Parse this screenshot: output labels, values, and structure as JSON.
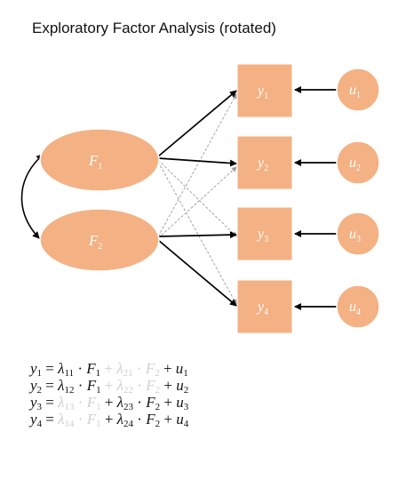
{
  "title": "Exploratory Factor Analysis (rotated)",
  "colors": {
    "node_fill": "#f4b183",
    "node_stroke": "#ffffff",
    "arrow": "#000000",
    "cross_loading": "#9a9a9a",
    "faint_text": "#cfcfcf"
  },
  "factors": [
    {
      "id": "F1",
      "letter": "F",
      "sub": "1"
    },
    {
      "id": "F2",
      "letter": "F",
      "sub": "2"
    }
  ],
  "indicators": [
    {
      "id": "y1",
      "letter": "y",
      "sub": "1"
    },
    {
      "id": "y2",
      "letter": "y",
      "sub": "2"
    },
    {
      "id": "y3",
      "letter": "y",
      "sub": "3"
    },
    {
      "id": "y4",
      "letter": "y",
      "sub": "4"
    }
  ],
  "uniquenesses": [
    {
      "id": "u1",
      "letter": "u",
      "sub": "1"
    },
    {
      "id": "u2",
      "letter": "u",
      "sub": "2"
    },
    {
      "id": "u3",
      "letter": "u",
      "sub": "3"
    },
    {
      "id": "u4",
      "letter": "u",
      "sub": "4"
    }
  ],
  "equations": [
    {
      "y": "1",
      "l1": "11",
      "l2": "21",
      "strong": "F1",
      "u": "1"
    },
    {
      "y": "2",
      "l1": "12",
      "l2": "22",
      "strong": "F1",
      "u": "2"
    },
    {
      "y": "3",
      "l1": "13",
      "l2": "23",
      "strong": "F2",
      "u": "3"
    },
    {
      "y": "4",
      "l1": "14",
      "l2": "24",
      "strong": "F2",
      "u": "4"
    }
  ],
  "eq_symbols": {
    "equals": "=",
    "dot": "·",
    "plus": "+",
    "lambda": "λ"
  }
}
